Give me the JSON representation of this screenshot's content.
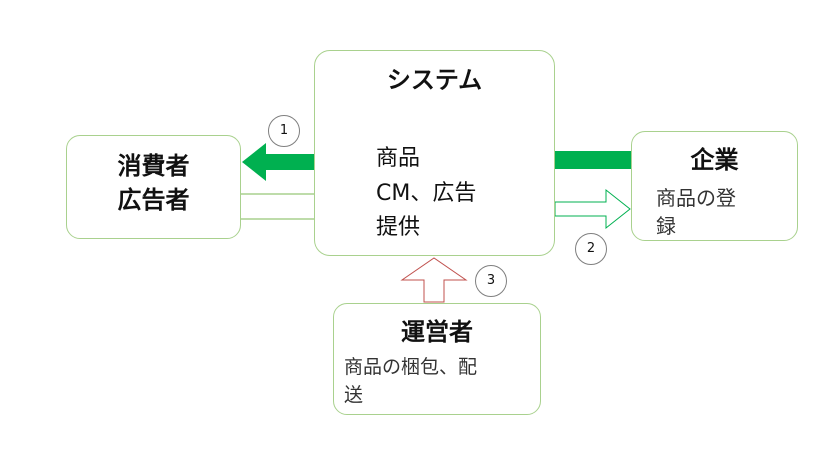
{
  "system": {
    "title": "システム",
    "lines": [
      "商品",
      "CM、広告",
      "提供"
    ]
  },
  "consumer": {
    "lines": [
      "消費者",
      "広告者"
    ]
  },
  "company": {
    "title": "企業",
    "lines": [
      "商品の登",
      "録"
    ]
  },
  "operator": {
    "title": "運営者",
    "lines": [
      "商品の梱包、配",
      "送"
    ]
  },
  "markers": {
    "one": "1",
    "two": "2",
    "three": "3"
  },
  "colors": {
    "border": "#a9d18e",
    "flow": "#00b050",
    "operator_arrow": "#c0504d",
    "marker": "#7f7f7f"
  }
}
